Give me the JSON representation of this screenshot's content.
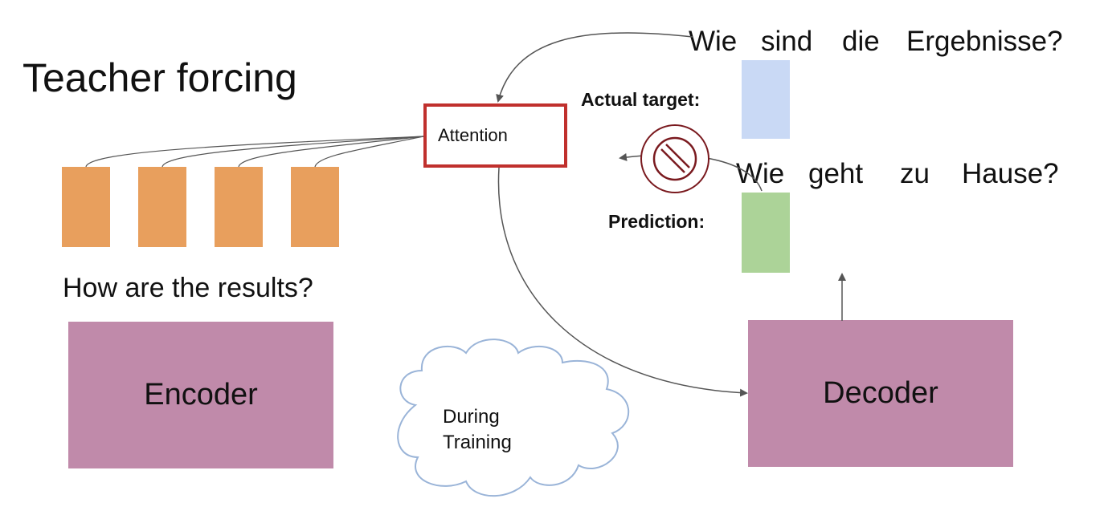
{
  "title": "Teacher forcing",
  "encoder": {
    "label": "Encoder",
    "input_sentence": "How are the results?",
    "state_count": 4,
    "state_color": "#e89f5d"
  },
  "attention": {
    "label": "Attention",
    "border_color": "#c0302d"
  },
  "decoder": {
    "label": "Decoder"
  },
  "block_color": "#c08aaa",
  "actual_target": {
    "label": "Actual target:",
    "words": [
      "Wie",
      "sind",
      "die",
      "Ergebnisse?"
    ],
    "color": "#c9d9f5"
  },
  "prediction": {
    "label": "Prediction:",
    "words": [
      "Wie",
      "geht",
      "zu",
      "Hause?"
    ],
    "color": "#acd398"
  },
  "cloud": {
    "line1": "During",
    "line2": "Training"
  },
  "icons": {
    "no_symbol": "no-symbol-icon",
    "no_symbol_color": "#7a1a1f"
  }
}
